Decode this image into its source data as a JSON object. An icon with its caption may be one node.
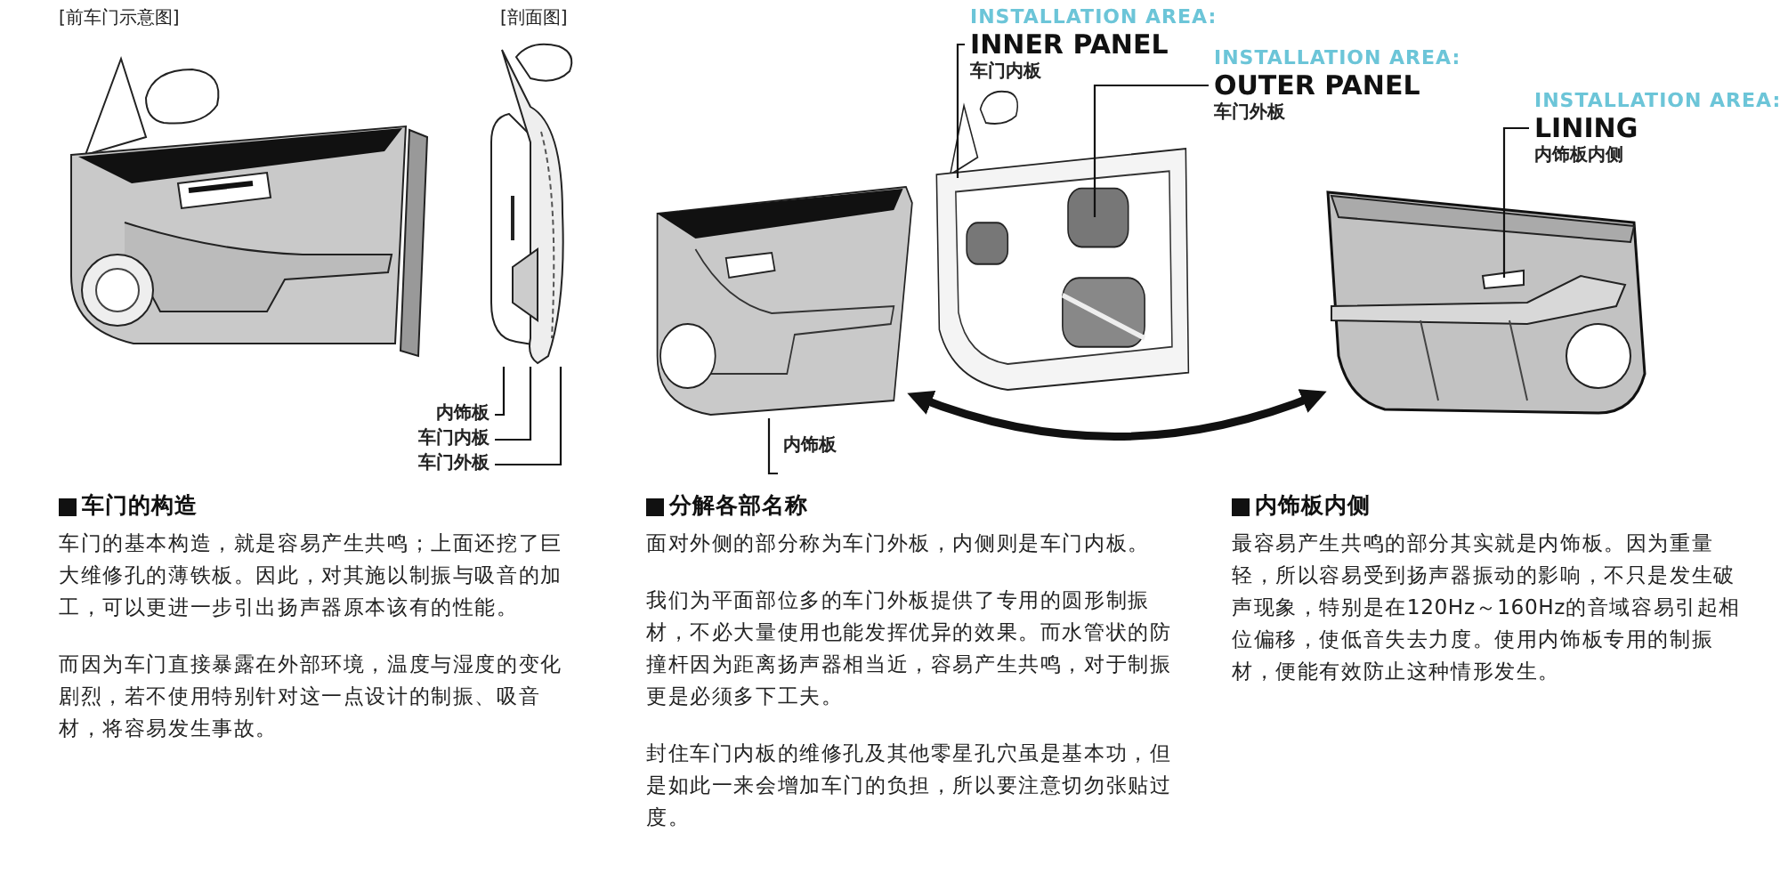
{
  "diagram": {
    "nodes": [
      {
        "text": [],
        "shape": "picture",
        "beside": [
          "[前车门示意图]"
        ]
      },
      {
        "text": [],
        "shape": "picture",
        "beside": [
          "[剖面图]"
        ]
      },
      {
        "text": [
          "内饰板"
        ]
      },
      {
        "text": [
          "车门内板"
        ]
      },
      {
        "text": [
          "车门外板"
        ]
      },
      {
        "text": [],
        "shape": "picture"
      },
      {
        "text": [],
        "shape": "picture"
      },
      {
        "text": [
          "内饰板"
        ]
      },
      {
        "text": [
          "INSTALLATION AREA:",
          "INNER PANEL",
          "车门内板"
        ]
      },
      {
        "text": [
          "INSTALLATION AREA:",
          "OUTER PANEL",
          "车门外板"
        ]
      },
      {
        "text": [],
        "shape": "picture"
      },
      {
        "text": [
          "INSTALLATION AREA:",
          "LINING",
          "内饰板内侧"
        ]
      }
    ],
    "edges": [
      {
        "from": 2,
        "to": 1,
        "arrow": "none"
      },
      {
        "from": 3,
        "to": 1,
        "arrow": "none"
      },
      {
        "from": 4,
        "to": 1,
        "arrow": "none"
      },
      {
        "from": 7,
        "to": 5,
        "arrow": "none"
      },
      {
        "from": 8,
        "to": 6,
        "arrow": "none"
      },
      {
        "from": 9,
        "to": 6,
        "arrow": "none"
      },
      {
        "from": 11,
        "to": 10,
        "arrow": "none"
      },
      {
        "from": 5,
        "to": 10,
        "arrow": "both",
        "style": "thick"
      }
    ],
    "labels": [
      "车门的构造",
      "车门的基本构造，就是容易产生共鸣；上面还挖了巨大维修孔的薄铁板。因此，对其施以制振与吸音的加工，可以更进一步引出扬声器原本该有的性能。",
      "而因为车门直接暴露在外部环境，温度与湿度的变化剧烈，若不使用特别针对这一点设计的制振、吸音材，将容易发生事故。",
      "分解各部名称",
      "面对外侧的部分称为车门外板，内侧则是车门内板。",
      "我们为平面部位多的车门外板提供了专用的圆形制振材，不必大量使用也能发挥优异的效果。而水管状的防撞杆因为距离扬声器相当近，容易产生共鸣，对于制振更是必须多下工夫。",
      "封住车门内板的维修孔及其他零星孔穴虽是基本功，但是如此一来会增加车门的负担，所以要注意切勿张贴过度。",
      "内饰板内侧",
      "最容易产生共鸣的部分其实就是内饰板。因为重量轻，所以容易受到扬声器振动的影响，不只是发生破声现象，特别是在120Hz～160Hz的音域容易引起相位偏移，使低音失去力度。使用内饰板专用的制振材，便能有效防止这种情形发生。"
    ]
  }
}
